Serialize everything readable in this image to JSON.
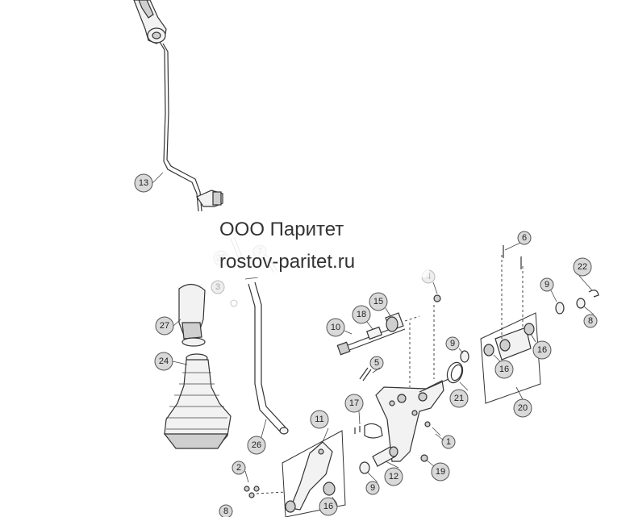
{
  "watermark": {
    "company": "ООО Паритет",
    "site": "rostov-paritet.ru"
  },
  "callouts": [
    {
      "id": "c13",
      "label": "13"
    },
    {
      "id": "c3",
      "label": "3"
    },
    {
      "id": "c27",
      "label": "27"
    },
    {
      "id": "c24",
      "label": "24"
    },
    {
      "id": "c26",
      "label": "26"
    },
    {
      "id": "c2",
      "label": "2"
    },
    {
      "id": "c8a",
      "label": "8"
    },
    {
      "id": "c11",
      "label": "11"
    },
    {
      "id": "c16a",
      "label": "16"
    },
    {
      "id": "c17",
      "label": "17"
    },
    {
      "id": "c9a",
      "label": "9"
    },
    {
      "id": "c12",
      "label": "12"
    },
    {
      "id": "c19",
      "label": "19"
    },
    {
      "id": "c1",
      "label": "1"
    },
    {
      "id": "c10",
      "label": "10"
    },
    {
      "id": "c18",
      "label": "18"
    },
    {
      "id": "c15",
      "label": "15"
    },
    {
      "id": "c4",
      "label": "4"
    },
    {
      "id": "c5",
      "label": "5"
    },
    {
      "id": "c9b",
      "label": "9"
    },
    {
      "id": "c21",
      "label": "21"
    },
    {
      "id": "c16b",
      "label": "16"
    },
    {
      "id": "c16c",
      "label": "16"
    },
    {
      "id": "c20",
      "label": "20"
    },
    {
      "id": "c6",
      "label": "6"
    },
    {
      "id": "c9c",
      "label": "9"
    },
    {
      "id": "c22",
      "label": "22"
    },
    {
      "id": "c8b",
      "label": "8"
    },
    {
      "id": "c7",
      "label": "7"
    },
    {
      "id": "c25",
      "label": "25"
    }
  ]
}
